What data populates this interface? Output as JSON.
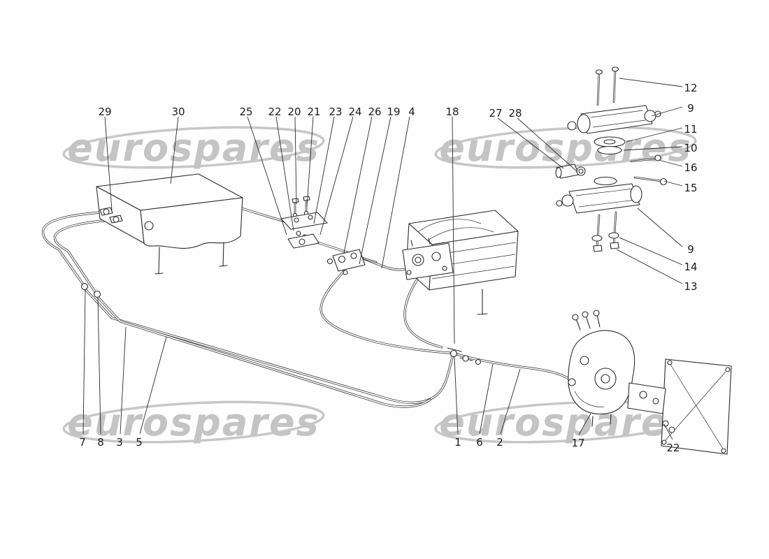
{
  "watermark": {
    "text": "eurospares"
  },
  "callouts": [
    {
      "n": "29",
      "label": [
        150,
        160
      ],
      "line": [
        150,
        167,
        160,
        301
      ]
    },
    {
      "n": "30",
      "label": [
        255,
        160
      ],
      "line": [
        255,
        167,
        244,
        263
      ]
    },
    {
      "n": "25",
      "label": [
        352,
        160
      ],
      "line": [
        354,
        167,
        410,
        336
      ]
    },
    {
      "n": "22",
      "label": [
        393,
        160
      ],
      "line": [
        395,
        167,
        420,
        330
      ]
    },
    {
      "n": "20",
      "label": [
        421,
        160
      ],
      "line": [
        422,
        167,
        424,
        292
      ]
    },
    {
      "n": "21",
      "label": [
        449,
        160
      ],
      "line": [
        448,
        167,
        439,
        296
      ]
    },
    {
      "n": "23",
      "label": [
        480,
        160
      ],
      "line": [
        478,
        167,
        449,
        320
      ]
    },
    {
      "n": "24",
      "label": [
        508,
        160
      ],
      "line": [
        505,
        167,
        458,
        336
      ]
    },
    {
      "n": "26",
      "label": [
        536,
        160
      ],
      "line": [
        532,
        167,
        492,
        362
      ]
    },
    {
      "n": "19",
      "label": [
        563,
        160
      ],
      "line": [
        559,
        167,
        514,
        378
      ]
    },
    {
      "n": "4",
      "label": [
        589,
        160
      ],
      "line": [
        586,
        167,
        546,
        384
      ]
    },
    {
      "n": "18",
      "label": [
        647,
        160
      ],
      "line": [
        647,
        167,
        650,
        492
      ]
    },
    {
      "n": "27",
      "label": [
        709,
        162
      ],
      "line": [
        712,
        169,
        806,
        241
      ]
    },
    {
      "n": "28",
      "label": [
        737,
        162
      ],
      "line": [
        740,
        169,
        826,
        246
      ]
    },
    {
      "n": "12",
      "label": [
        988,
        126
      ],
      "line": [
        976,
        124,
        886,
        112
      ]
    },
    {
      "n": "9",
      "label": [
        988,
        155
      ],
      "line": [
        976,
        153,
        932,
        166
      ]
    },
    {
      "n": "11",
      "label": [
        988,
        185
      ],
      "line": [
        976,
        183,
        896,
        203
      ]
    },
    {
      "n": "10",
      "label": [
        988,
        212
      ],
      "line": [
        976,
        210,
        892,
        215
      ]
    },
    {
      "n": "16",
      "label": [
        988,
        240
      ],
      "line": [
        976,
        238,
        942,
        229
      ]
    },
    {
      "n": "15",
      "label": [
        988,
        269
      ],
      "line": [
        976,
        266,
        950,
        259
      ]
    },
    {
      "n": "9",
      "label": [
        988,
        357
      ],
      "line": [
        976,
        353,
        912,
        298
      ]
    },
    {
      "n": "14",
      "label": [
        988,
        382
      ],
      "line": [
        976,
        379,
        886,
        340
      ]
    },
    {
      "n": "13",
      "label": [
        988,
        410
      ],
      "line": [
        976,
        406,
        882,
        357
      ]
    },
    {
      "n": "7",
      "label": [
        118,
        633
      ],
      "line": [
        119,
        621,
        122,
        414
      ]
    },
    {
      "n": "8",
      "label": [
        144,
        633
      ],
      "line": [
        144,
        621,
        140,
        426
      ]
    },
    {
      "n": "3",
      "label": [
        171,
        633
      ],
      "line": [
        172,
        621,
        180,
        468
      ]
    },
    {
      "n": "5",
      "label": [
        199,
        633
      ],
      "line": [
        200,
        621,
        238,
        482
      ]
    },
    {
      "n": "1",
      "label": [
        655,
        633
      ],
      "line": [
        655,
        621,
        650,
        511
      ]
    },
    {
      "n": "6",
      "label": [
        686,
        633
      ],
      "line": [
        686,
        621,
        705,
        521
      ]
    },
    {
      "n": "2",
      "label": [
        715,
        633
      ],
      "line": [
        716,
        621,
        744,
        528
      ]
    },
    {
      "n": "17",
      "label": [
        827,
        634
      ],
      "line": [
        828,
        622,
        845,
        592
      ]
    },
    {
      "n": "22",
      "label": [
        963,
        641
      ],
      "line": [
        962,
        629,
        950,
        607
      ]
    }
  ]
}
